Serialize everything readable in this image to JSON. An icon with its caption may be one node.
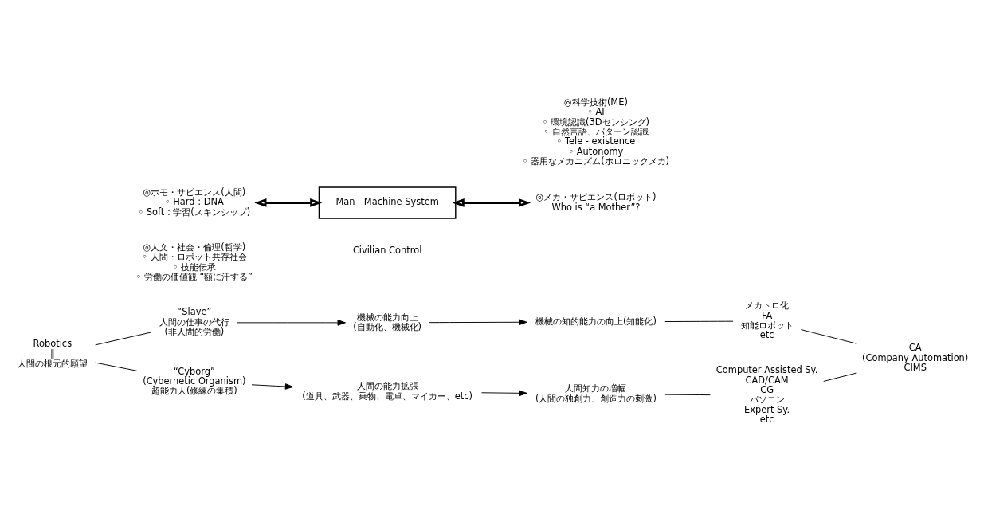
{
  "diagram": {
    "nodes": [
      {
        "text": [
          "Robotics",
          "‖",
          "人間の根元的願望"
        ]
      },
      {
        "text": [
          "“Slave”",
          "人間の仕事の代行",
          "(非人間的労働)"
        ]
      },
      {
        "text": [
          "機械の能力向上",
          "(自動化、機械化)"
        ]
      },
      {
        "text": [
          "機械の知的能力の向上(知能化)"
        ]
      },
      {
        "text": [
          "メカトロ化",
          "FA",
          "知能ロボット",
          "etc"
        ]
      },
      {
        "text": [
          "◎人文・社会・倫理(哲学)",
          "◦ 人間・ロボット共存社会",
          "◦ 技能伝承",
          "◦ 労働の価値観 “額に汗する”"
        ]
      },
      {
        "text": [
          "Man - Machine System"
        ]
      },
      {
        "text": [
          "◎ホモ・サピエンス(人間)",
          "◦ Hard : DNA",
          "◦ Soft : 学習(スキンシップ)"
        ]
      },
      {
        "text": [
          "◎科学技術(ME)",
          "◦ AI",
          "◦ 環境認識(3Dセンシング)",
          "◦ 自然言語、パターン認識",
          "◦ Tele - existence",
          "◦ Autonomy",
          "◦ 器用なメカニズム(ホロニックメカ)"
        ]
      },
      {
        "text": [
          "◎メカ・サピエンス(ロボット)",
          "Who is “a Mother”?"
        ]
      },
      {
        "text": [
          "“Cyborg”",
          "(Cybernetic Organism)",
          "超能力人(修練の集積)"
        ]
      },
      {
        "text": [
          "人間の能力拡張",
          "(道具、武器、乗物、電卓、マイカー、etc)"
        ]
      },
      {
        "text": [
          "人間知力の増幅",
          "(人間の独創力、創造力の刺激)"
        ]
      },
      {
        "text": [
          "Computer Assisted Sy.",
          "CAD/CAM",
          "CG",
          "パソコン",
          "Expert Sy.",
          "etc"
        ]
      },
      {
        "text": [
          "CA",
          "(Company Automation)",
          "CIMS"
        ]
      }
    ],
    "edges": [
      {
        "from": 0,
        "to": 1,
        "arrow": "none"
      },
      {
        "from": 0,
        "to": 10,
        "arrow": "none"
      },
      {
        "from": 1,
        "to": 2,
        "arrow": "to"
      },
      {
        "from": 2,
        "to": 3,
        "arrow": "to"
      },
      {
        "from": 3,
        "to": 4,
        "arrow": "none"
      },
      {
        "from": 6,
        "to": 7,
        "arrow": "both",
        "style": "thick"
      },
      {
        "from": 6,
        "to": 9,
        "arrow": "both",
        "style": "thick"
      },
      {
        "from": 10,
        "to": 11,
        "arrow": "to"
      },
      {
        "from": 11,
        "to": 12,
        "arrow": "to"
      },
      {
        "from": 12,
        "to": 13,
        "arrow": "none"
      },
      {
        "from": 4,
        "to": 14,
        "arrow": "none"
      },
      {
        "from": 13,
        "to": 14,
        "arrow": "none"
      }
    ],
    "labels": [
      "Civilian Control"
    ]
  }
}
